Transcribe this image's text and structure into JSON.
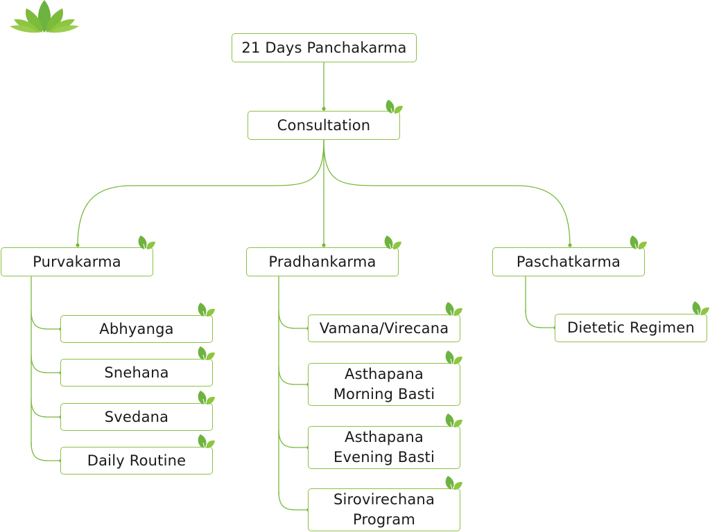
{
  "colors": {
    "accent": "#6db33f",
    "line": "#77b83b",
    "leaf_light": "#8dc63f",
    "leaf_dark": "#5fa831"
  },
  "icons": {
    "logo": "leaves-logo-icon",
    "node_badge": "leaf-icon"
  },
  "diagram": {
    "root": {
      "label": "21 Days Panchakarma"
    },
    "consultation": {
      "label": "Consultation"
    },
    "phases": [
      {
        "label": "Purvakarma",
        "steps": [
          {
            "label": "Abhyanga"
          },
          {
            "label": "Snehana"
          },
          {
            "label": "Svedana"
          },
          {
            "label": "Daily Routine"
          }
        ]
      },
      {
        "label": "Pradhankarma",
        "steps": [
          {
            "label": "Vamana/Virecana"
          },
          {
            "label": "Asthapana\nMorning Basti"
          },
          {
            "label": "Asthapana\nEvening Basti"
          },
          {
            "label": "Sirovirechana\nProgram"
          }
        ]
      },
      {
        "label": "Paschatkarma",
        "steps": [
          {
            "label": "Dietetic Regimen"
          }
        ]
      }
    ]
  }
}
